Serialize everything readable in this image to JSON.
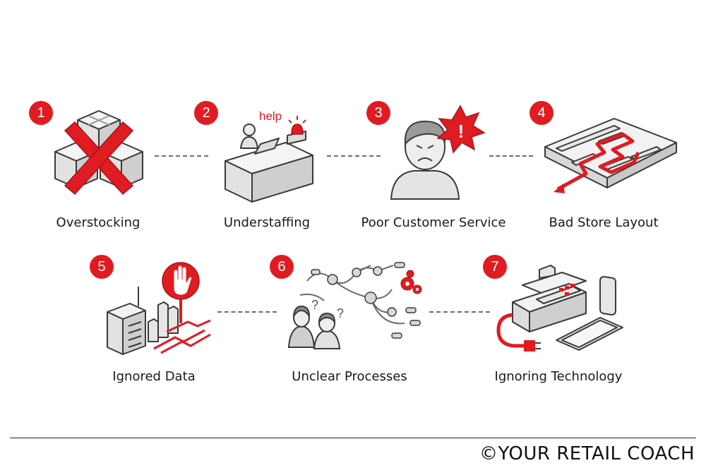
{
  "steps": [
    {
      "number": "1",
      "label": "Overstocking"
    },
    {
      "number": "2",
      "label": "Understaffing",
      "note": "help"
    },
    {
      "number": "3",
      "label": "Poor Customer Service",
      "note": "!"
    },
    {
      "number": "4",
      "label": "Bad Store Layout"
    },
    {
      "number": "5",
      "label": "Ignored Data"
    },
    {
      "number": "6",
      "label": "Unclear Processes",
      "note": "?"
    },
    {
      "number": "7",
      "label": "Ignoring Technology"
    }
  ],
  "footer": {
    "copyright": "©YOUR RETAIL COACH"
  },
  "colors": {
    "accent": "#e11b22",
    "line": "#3a3a3a",
    "fill": "#eeeeee"
  },
  "icons": [
    "boxes-crossed-icon",
    "service-counter-icon",
    "upset-customer-icon",
    "store-floorplan-icon",
    "server-data-icon",
    "process-flow-icon",
    "cash-register-icon"
  ]
}
